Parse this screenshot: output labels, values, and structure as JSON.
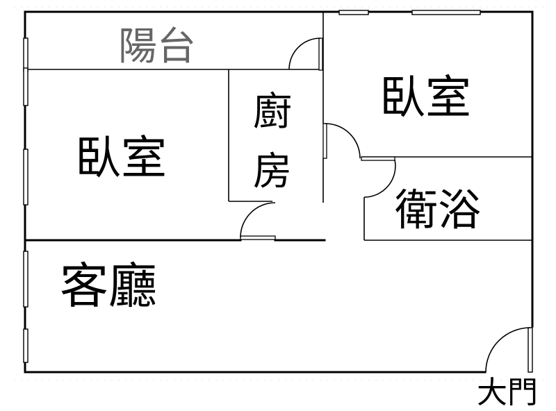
{
  "rooms": {
    "balcony": "陽台",
    "bedroom_left": "臥室",
    "kitchen_line1": "廚",
    "kitchen_line2": "房",
    "bedroom_right": "臥室",
    "bathroom": "衛浴",
    "living_room": "客廳",
    "main_door": "大門"
  }
}
